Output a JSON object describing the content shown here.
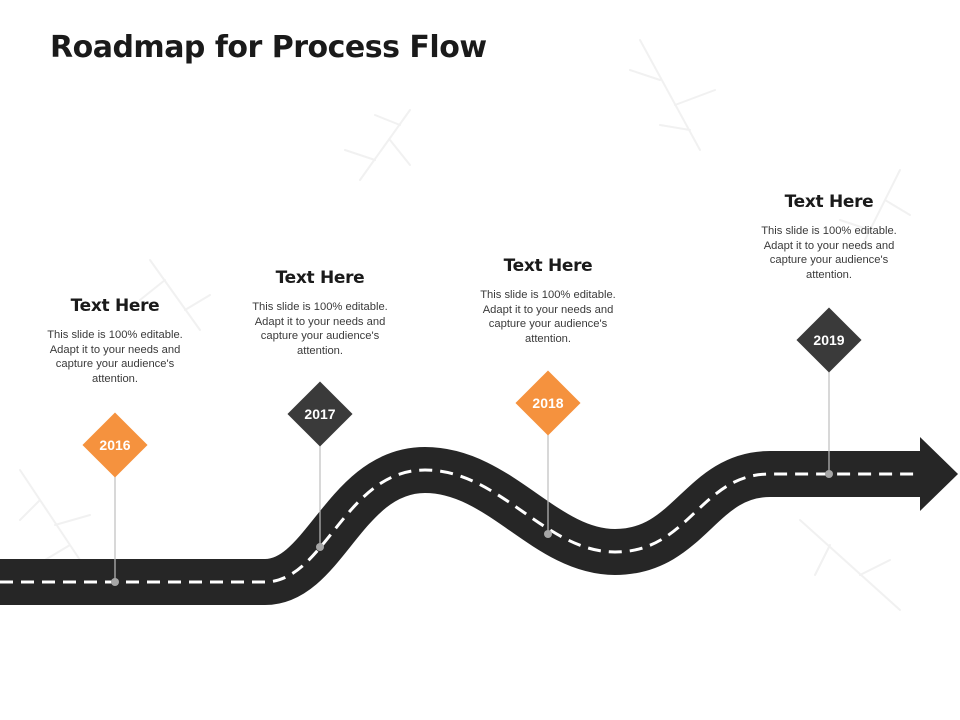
{
  "page": {
    "title": "Roadmap for Process Flow"
  },
  "colors": {
    "orange": "#F5923E",
    "dark": "#3A3A3A",
    "road": "#262626",
    "lane_dash": "#ffffff",
    "connector": "#BDBDBD"
  },
  "milestones": [
    {
      "year": "2016",
      "heading": "Text Here",
      "description": "This slide is 100% editable. Adapt it to your needs and capture your audience's attention.",
      "color": "orange"
    },
    {
      "year": "2017",
      "heading": "Text Here",
      "description": "This slide is 100% editable. Adapt it to your needs and capture your audience's attention.",
      "color": "dark"
    },
    {
      "year": "2018",
      "heading": "Text Here",
      "description": "This slide is 100% editable. Adapt it to your needs and capture your audience's attention.",
      "color": "orange"
    },
    {
      "year": "2019",
      "heading": "Text Here",
      "description": "This slide is 100% editable. Adapt it to your needs and capture your audience's attention.",
      "color": "dark"
    }
  ]
}
